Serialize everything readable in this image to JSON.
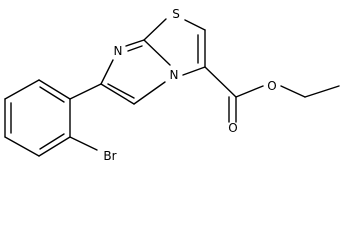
{
  "atoms": {
    "sulfur": "S",
    "imidazole_n": "N",
    "bridge_n": "N",
    "carbonyl_o": "O",
    "ester_o": "O",
    "bromine": "Br"
  },
  "colors": {
    "bond": "#000000",
    "text": "#000000",
    "background": "#ffffff"
  }
}
